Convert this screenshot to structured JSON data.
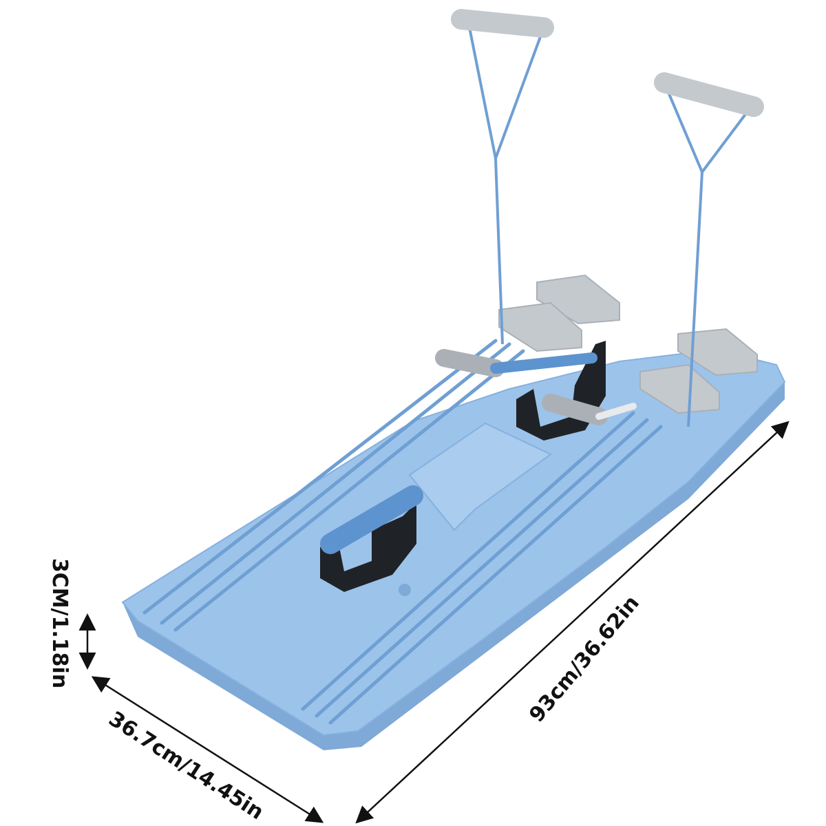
{
  "dimensions": {
    "thickness": "3CM/1.18in",
    "width": "36.7cm/14.45in",
    "length": "93cm/36.62in"
  },
  "colors": {
    "board": "#9cc3ea",
    "board_side": "#7fa9d6",
    "rail": "#6f9fd3",
    "grip": "#c4c9ce",
    "bracket": "#1f2328"
  }
}
